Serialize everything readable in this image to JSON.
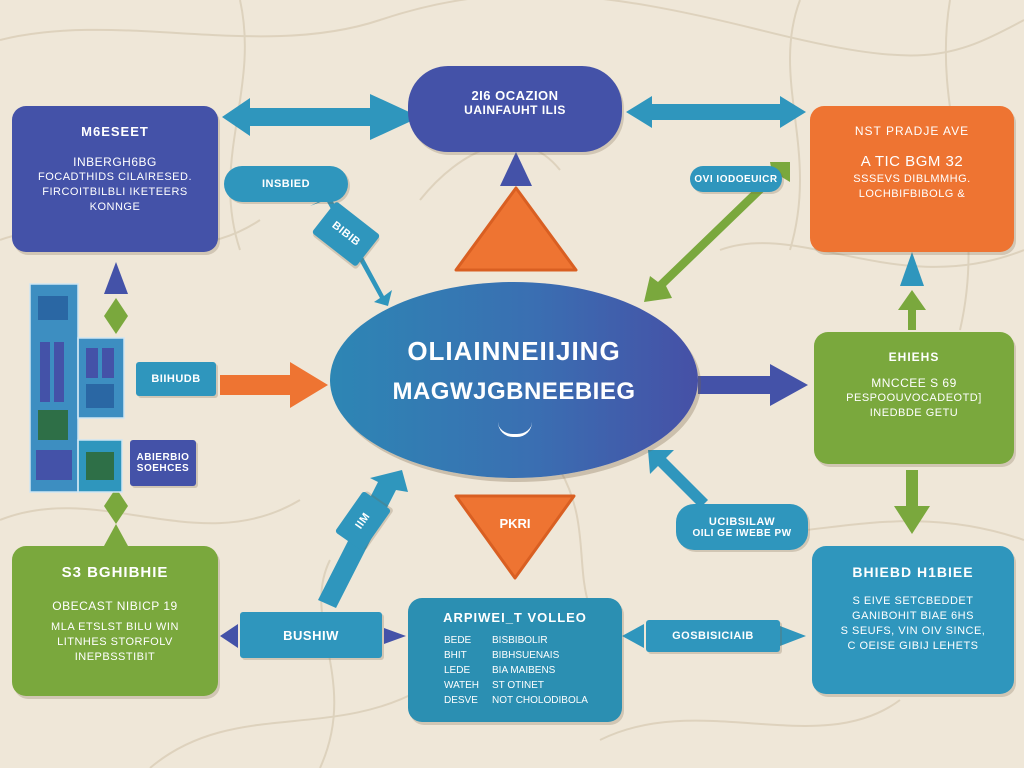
{
  "colors": {
    "blue": "#4452a8",
    "orange": "#ee7432",
    "green": "#7aa83d",
    "teal": "#2f96bd",
    "paper": "#efe7d8"
  },
  "hub": {
    "line1": "OLIAINNEIIJING",
    "line2": "MAGWJGBNEEBIEG"
  },
  "top_pill": {
    "line1": "2I6 OCAZION",
    "line2": "UAINFAUHT ILIS"
  },
  "card_top_left": {
    "title": "M6ESEET",
    "lines": [
      "INBERGH6BG",
      "FOCADTHIDS CILAIRESED.",
      "FIRCOITBILBLI IKETEERS",
      "KONNGE"
    ]
  },
  "card_top_right": {
    "title": "NST PRADJE AVE",
    "lines": [
      "A TIC BGM 32",
      "SSSEVS DIBLMMHG.",
      "LOCHBIFBIBOLG &"
    ]
  },
  "card_mid_right": {
    "title": "EHIEHS",
    "lines": [
      "MNCCEE S 69",
      "PESPOOUVOCADEOTD]",
      "INEDBDE GETU"
    ]
  },
  "card_bottom_left": {
    "title": "S3 BGHIBHIE",
    "lines": [
      "OBECAST NIBICP 19",
      "MLA ETSLST BILU WIN",
      "LITNHES STORFOLV",
      "INEPBSSTIBIT"
    ]
  },
  "card_bottom_right": {
    "title": "BHIEBD H1BIEE",
    "lines": [
      "S EIVE SETCBEDDET",
      "GANIBOHIT BIAE 6HS",
      "S SEUFS, VIN OIV SINCE,",
      "C OEISE GIBIJ LEHETS"
    ]
  },
  "card_bottom_center": {
    "title": "ARPIWEI_T VOLLEO",
    "rows": [
      [
        "BEDE",
        "BISBIBOLIR"
      ],
      [
        "BHIT",
        "BIBHSUENAIS"
      ],
      [
        "LEDE",
        "BIA MAIBENS"
      ],
      [
        "WATEH",
        "ST OTINET"
      ],
      [
        "DESVE",
        "NOT CHOLODIBOLA"
      ]
    ]
  },
  "tags": {
    "upper_left_pill": "INSBIED",
    "upper_right_pill": "OVI IODOEUICR",
    "diag_tag": "BIBIB",
    "left_tag": "BIIHUDB",
    "left_lower_tag": "ABIERBIO SOEHCES",
    "pkri": "PKRI",
    "pill_lower_right_1": "UCIBSILAW",
    "pill_lower_right_2": "OILI GE IWEBE PW",
    "diag_tag_lower": "IIM",
    "bottom_left_strip": "BUSHIW",
    "bottom_right_strip": "GOSBISICIAIB"
  }
}
